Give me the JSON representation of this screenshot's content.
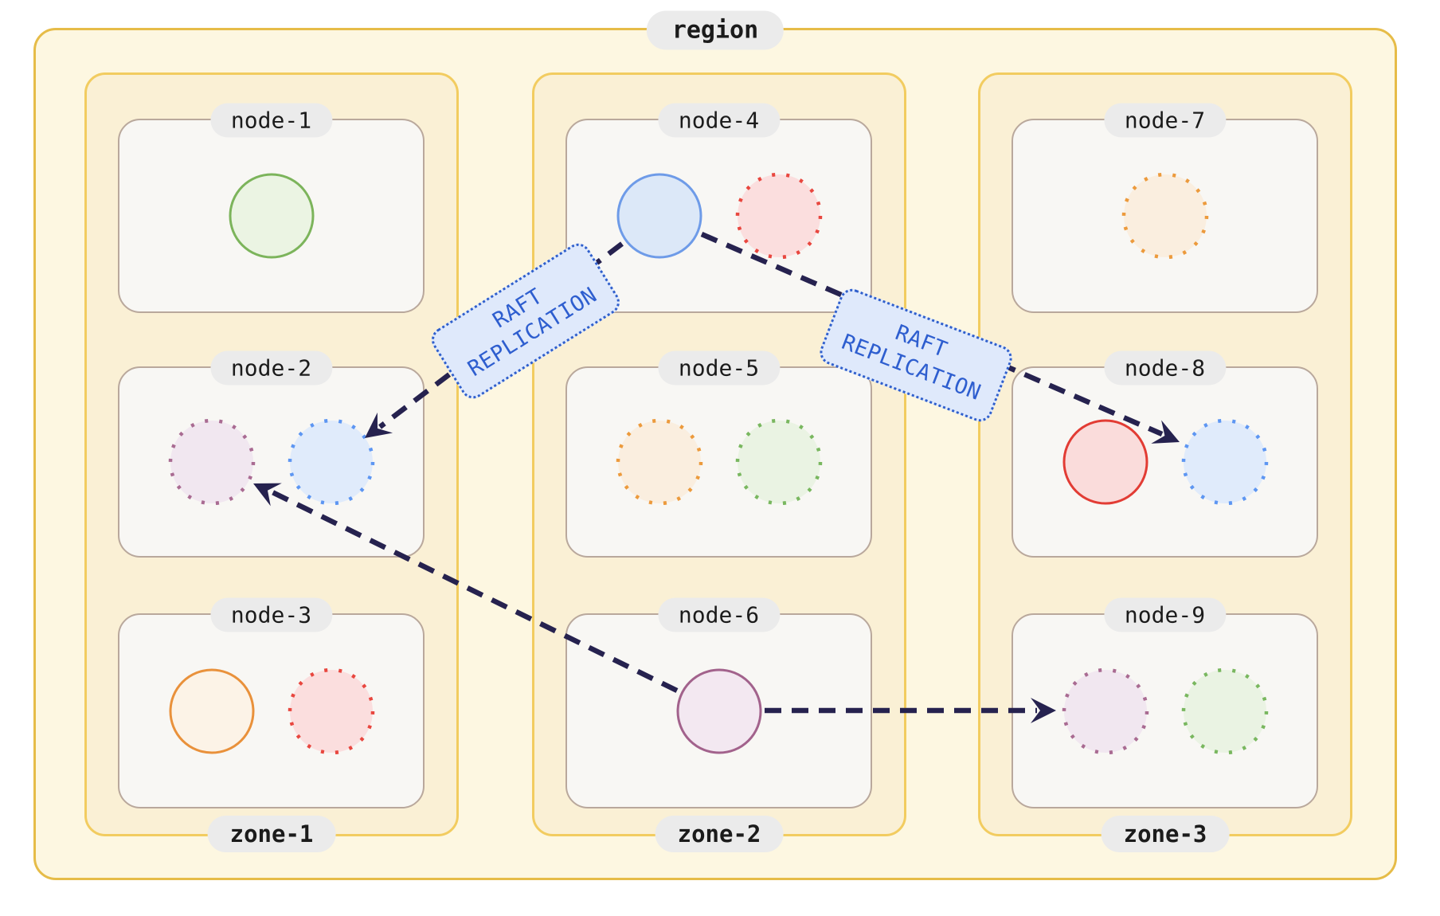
{
  "diagram": {
    "region": {
      "label": "region"
    },
    "zones": [
      {
        "label": "zone-1",
        "nodes": [
          {
            "label": "node-1",
            "replicas": [
              {
                "color": "green",
                "style": "solid"
              }
            ]
          },
          {
            "label": "node-2",
            "replicas": [
              {
                "color": "purple",
                "style": "dotted"
              },
              {
                "color": "blue",
                "style": "dotted"
              }
            ]
          },
          {
            "label": "node-3",
            "replicas": [
              {
                "color": "orange",
                "style": "solid"
              },
              {
                "color": "red",
                "style": "dotted"
              }
            ]
          }
        ]
      },
      {
        "label": "zone-2",
        "nodes": [
          {
            "label": "node-4",
            "replicas": [
              {
                "color": "blue",
                "style": "solid"
              },
              {
                "color": "red",
                "style": "dotted"
              }
            ]
          },
          {
            "label": "node-5",
            "replicas": [
              {
                "color": "orange",
                "style": "dotted"
              },
              {
                "color": "green",
                "style": "dotted"
              }
            ]
          },
          {
            "label": "node-6",
            "replicas": [
              {
                "color": "purple",
                "style": "solid"
              }
            ]
          }
        ]
      },
      {
        "label": "zone-3",
        "nodes": [
          {
            "label": "node-7",
            "replicas": [
              {
                "color": "orange",
                "style": "dotted"
              }
            ]
          },
          {
            "label": "node-8",
            "replicas": [
              {
                "color": "red",
                "style": "solid"
              },
              {
                "color": "blue",
                "style": "dotted"
              }
            ]
          },
          {
            "label": "node-9",
            "replicas": [
              {
                "color": "purple",
                "style": "dotted"
              },
              {
                "color": "green",
                "style": "dotted"
              }
            ]
          }
        ]
      }
    ],
    "replication_labels": [
      {
        "line1": "RAFT",
        "line2": "REPLICATION"
      },
      {
        "line1": "RAFT",
        "line2": "REPLICATION"
      }
    ],
    "arrows": [
      {
        "from": "node-4",
        "from_replica": "blue-solid",
        "to": "node-2",
        "to_replica": "blue-dotted",
        "label": "RAFT REPLICATION"
      },
      {
        "from": "node-4",
        "from_replica": "blue-solid",
        "to": "node-8",
        "to_replica": "blue-dotted",
        "label": "RAFT REPLICATION"
      },
      {
        "from": "node-6",
        "from_replica": "purple-solid",
        "to": "node-2",
        "to_replica": "purple-dotted"
      },
      {
        "from": "node-6",
        "from_replica": "purple-solid",
        "to": "node-9",
        "to_replica": "purple-dotted"
      }
    ],
    "colors": {
      "region_border": "#E6BC48",
      "region_fill": "#FDF7E1",
      "zone_border": "#F2CC60",
      "zone_fill": "#FAF0D5",
      "node_border": "#B9A89C",
      "node_fill": "#F8F7F4",
      "label_pill_fill": "#EBEBEB",
      "label_text": "#1B1B1B",
      "arrow": "#26224F",
      "raft_label_text": "#2E5ECF",
      "raft_label_fill": "#DFE9FB",
      "raft_label_border": "#2F5FCC",
      "replica_green_solid": "#7CB45B",
      "replica_green_dotted": "#79B75F",
      "replica_blue_solid": "#6E9BE8",
      "replica_blue_dotted": "#5D96F2",
      "replica_red_solid": "#E23C34",
      "replica_red_dotted": "#E8473F",
      "replica_orange_solid": "#E9913B",
      "replica_orange_dotted": "#EC9A3C",
      "replica_purple_solid": "#A2628C",
      "replica_purple_dotted": "#A96B92"
    }
  }
}
